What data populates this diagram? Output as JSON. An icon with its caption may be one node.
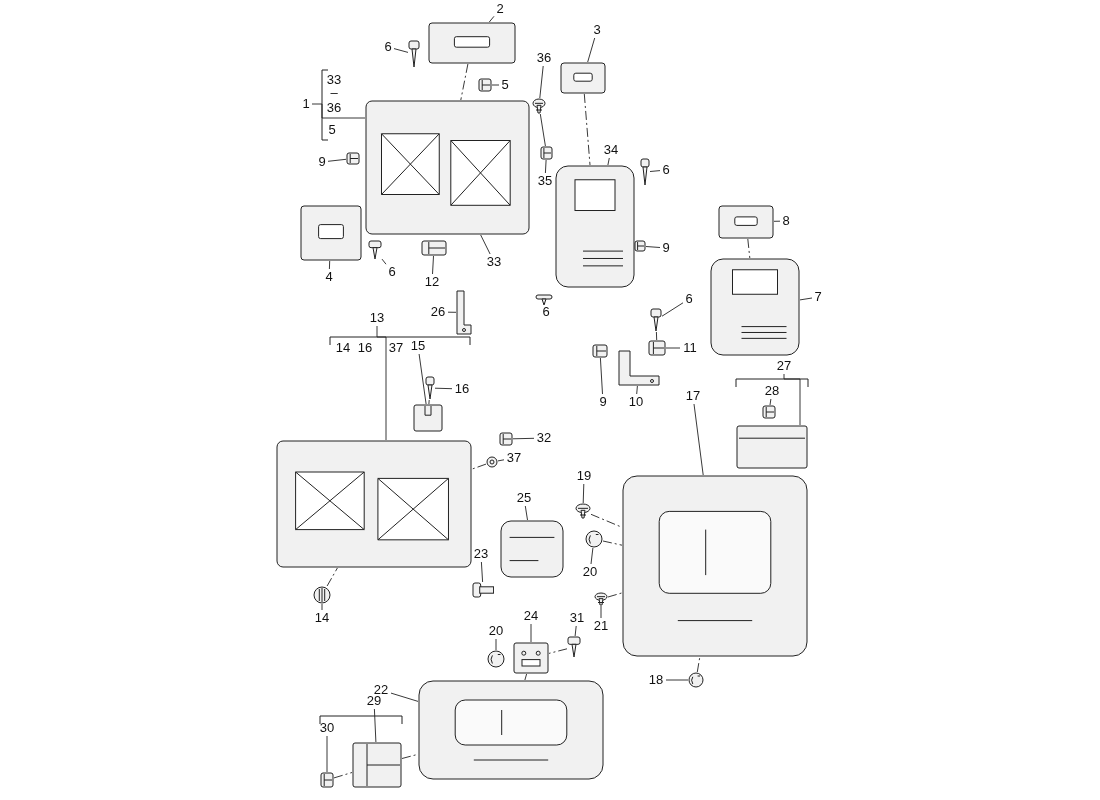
{
  "diagram": {
    "nodes": [
      {
        "text": [
          "2"
        ]
      },
      {
        "text": [],
        "shape": "picture"
      },
      {
        "text": [
          "6"
        ]
      },
      {
        "text": [],
        "shape": "picture"
      },
      {
        "text": [
          "1"
        ]
      },
      {
        "text": [],
        "shape": "picture"
      },
      {
        "text": [
          "5"
        ]
      },
      {
        "text": [],
        "shape": "picture"
      },
      {
        "text": [
          "3"
        ]
      },
      {
        "text": [],
        "shape": "picture"
      },
      {
        "text": [
          "36"
        ]
      },
      {
        "text": [],
        "shape": "picture"
      },
      {
        "text": [
          "9"
        ]
      },
      {
        "text": [],
        "shape": "picture"
      },
      {
        "text": [
          "35"
        ]
      },
      {
        "text": [],
        "shape": "picture"
      },
      {
        "text": [
          "34"
        ]
      },
      {
        "text": [],
        "shape": "picture"
      },
      {
        "text": [
          "6"
        ]
      },
      {
        "text": [],
        "shape": "picture"
      },
      {
        "text": [
          "6"
        ]
      },
      {
        "text": [],
        "shape": "picture"
      },
      {
        "text": [
          "4"
        ]
      },
      {
        "text": [],
        "shape": "picture"
      },
      {
        "text": [
          "12"
        ]
      },
      {
        "text": [],
        "shape": "picture"
      },
      {
        "text": [
          "33"
        ]
      },
      {
        "text": [
          "9"
        ]
      },
      {
        "text": [],
        "shape": "picture"
      },
      {
        "text": [
          "8"
        ]
      },
      {
        "text": [],
        "shape": "picture"
      },
      {
        "text": [
          "26"
        ]
      },
      {
        "text": [],
        "shape": "picture"
      },
      {
        "text": [
          "6"
        ]
      },
      {
        "text": [],
        "shape": "picture"
      },
      {
        "text": [
          "6"
        ]
      },
      {
        "text": [],
        "shape": "picture"
      },
      {
        "text": [
          "7"
        ]
      },
      {
        "text": [],
        "shape": "picture"
      },
      {
        "text": [
          "13"
        ]
      },
      {
        "text": [],
        "shape": "picture"
      },
      {
        "text": [
          "11"
        ]
      },
      {
        "text": [],
        "shape": "picture"
      },
      {
        "text": [
          "9"
        ]
      },
      {
        "text": [],
        "shape": "picture"
      },
      {
        "text": [
          "10"
        ]
      },
      {
        "text": [],
        "shape": "picture"
      },
      {
        "text": [
          "16"
        ]
      },
      {
        "text": [],
        "shape": "picture"
      },
      {
        "text": [
          "15"
        ]
      },
      {
        "text": [],
        "shape": "picture"
      },
      {
        "text": [
          "27"
        ]
      },
      {
        "text": [],
        "shape": "picture"
      },
      {
        "text": [
          "28"
        ]
      },
      {
        "text": [],
        "shape": "picture"
      },
      {
        "text": [
          "17"
        ]
      },
      {
        "text": [],
        "shape": "picture"
      },
      {
        "text": [
          "32"
        ]
      },
      {
        "text": [],
        "shape": "picture"
      },
      {
        "text": [
          "37"
        ]
      },
      {
        "text": [],
        "shape": "picture"
      },
      {
        "text": [
          "19"
        ]
      },
      {
        "text": [],
        "shape": "picture"
      },
      {
        "text": [
          "25"
        ]
      },
      {
        "text": [],
        "shape": "picture"
      },
      {
        "text": [
          "14"
        ]
      },
      {
        "text": [],
        "shape": "picture"
      },
      {
        "text": [
          "23"
        ]
      },
      {
        "text": [],
        "shape": "picture"
      },
      {
        "text": [
          "20"
        ]
      },
      {
        "text": [],
        "shape": "picture"
      },
      {
        "text": [
          "21"
        ]
      },
      {
        "text": [],
        "shape": "picture"
      },
      {
        "text": [
          "24"
        ]
      },
      {
        "text": [],
        "shape": "picture"
      },
      {
        "text": [
          "31"
        ]
      },
      {
        "text": [],
        "shape": "picture"
      },
      {
        "text": [
          "20"
        ]
      },
      {
        "text": [],
        "shape": "picture"
      },
      {
        "text": [
          "18"
        ]
      },
      {
        "text": [],
        "shape": "picture"
      },
      {
        "text": [
          "22"
        ]
      },
      {
        "text": [],
        "shape": "picture"
      },
      {
        "text": [
          "29"
        ]
      },
      {
        "text": [],
        "shape": "picture"
      },
      {
        "text": [
          "30"
        ]
      },
      {
        "text": [],
        "shape": "picture"
      }
    ],
    "edges": [
      {
        "from": 0,
        "to": 1,
        "arrow": "none"
      },
      {
        "from": 2,
        "to": 3,
        "arrow": "none"
      },
      {
        "from": 4,
        "to": 5,
        "arrow": "none"
      },
      {
        "from": 6,
        "to": 7,
        "arrow": "none"
      },
      {
        "from": 8,
        "to": 9,
        "arrow": "none"
      },
      {
        "from": 10,
        "to": 11,
        "arrow": "none"
      },
      {
        "from": 12,
        "to": 13,
        "arrow": "none"
      },
      {
        "from": 14,
        "to": 15,
        "arrow": "none"
      },
      {
        "from": 16,
        "to": 17,
        "arrow": "none"
      },
      {
        "from": 18,
        "to": 19,
        "arrow": "none"
      },
      {
        "from": 20,
        "to": 21,
        "arrow": "none"
      },
      {
        "from": 22,
        "to": 23,
        "arrow": "none"
      },
      {
        "from": 24,
        "to": 25,
        "arrow": "none"
      },
      {
        "from": 26,
        "to": 5,
        "arrow": "none"
      },
      {
        "from": 27,
        "to": 28,
        "arrow": "none"
      },
      {
        "from": 29,
        "to": 30,
        "arrow": "none"
      },
      {
        "from": 31,
        "to": 32,
        "arrow": "none"
      },
      {
        "from": 33,
        "to": 34,
        "arrow": "none"
      },
      {
        "from": 35,
        "to": 36,
        "arrow": "none"
      },
      {
        "from": 37,
        "to": 38,
        "arrow": "none"
      },
      {
        "from": 39,
        "to": 40,
        "arrow": "none"
      },
      {
        "from": 41,
        "to": 42,
        "arrow": "none"
      },
      {
        "from": 43,
        "to": 44,
        "arrow": "none"
      },
      {
        "from": 45,
        "to": 46,
        "arrow": "none"
      },
      {
        "from": 47,
        "to": 48,
        "arrow": "none"
      },
      {
        "from": 49,
        "to": 50,
        "arrow": "none"
      },
      {
        "from": 51,
        "to": 52,
        "arrow": "none"
      },
      {
        "from": 53,
        "to": 54,
        "arrow": "none"
      },
      {
        "from": 55,
        "to": 56,
        "arrow": "none"
      },
      {
        "from": 57,
        "to": 58,
        "arrow": "none"
      },
      {
        "from": 59,
        "to": 60,
        "arrow": "none"
      },
      {
        "from": 61,
        "to": 62,
        "arrow": "none"
      },
      {
        "from": 63,
        "to": 64,
        "arrow": "none"
      },
      {
        "from": 65,
        "to": 66,
        "arrow": "none"
      },
      {
        "from": 67,
        "to": 68,
        "arrow": "none"
      },
      {
        "from": 69,
        "to": 70,
        "arrow": "none"
      },
      {
        "from": 71,
        "to": 72,
        "arrow": "none"
      },
      {
        "from": 73,
        "to": 74,
        "arrow": "none"
      },
      {
        "from": 75,
        "to": 76,
        "arrow": "none"
      },
      {
        "from": 77,
        "to": 78,
        "arrow": "none"
      },
      {
        "from": 79,
        "to": 80,
        "arrow": "none"
      },
      {
        "from": 81,
        "to": 82,
        "arrow": "none"
      },
      {
        "from": 83,
        "to": 84,
        "arrow": "none"
      },
      {
        "from": 85,
        "to": 86,
        "arrow": "none"
      },
      {
        "from": 1,
        "to": 5,
        "arrow": "none",
        "style": "dashed"
      },
      {
        "from": 9,
        "to": 17,
        "arrow": "none",
        "style": "dashed"
      },
      {
        "from": 30,
        "to": 38,
        "arrow": "none",
        "style": "dashed"
      },
      {
        "from": 36,
        "to": 42,
        "arrow": "none",
        "style": "dashed"
      },
      {
        "from": 48,
        "to": 50,
        "arrow": "none",
        "style": "dashed"
      },
      {
        "from": 60,
        "to": 40,
        "arrow": "none",
        "style": "dashed"
      },
      {
        "from": 66,
        "to": 40,
        "arrow": "none",
        "style": "dashed"
      },
      {
        "from": 62,
        "to": 56,
        "arrow": "none",
        "style": "dashed"
      },
      {
        "from": 70,
        "to": 56,
        "arrow": "none",
        "style": "dashed"
      },
      {
        "from": 72,
        "to": 56,
        "arrow": "none",
        "style": "dashed"
      },
      {
        "from": 80,
        "to": 56,
        "arrow": "none",
        "style": "dashed"
      },
      {
        "from": 74,
        "to": 82,
        "arrow": "none",
        "style": "dashed"
      },
      {
        "from": 84,
        "to": 82,
        "arrow": "none",
        "style": "dashed"
      },
      {
        "from": 86,
        "to": 84,
        "arrow": "none",
        "style": "dashed"
      },
      {
        "from": 76,
        "to": 74,
        "arrow": "none",
        "style": "dashed"
      },
      {
        "from": 11,
        "to": 15,
        "arrow": "none"
      }
    ],
    "labels": [
      "33",
      "–",
      "36",
      "5",
      "14",
      "16",
      "37"
    ]
  }
}
